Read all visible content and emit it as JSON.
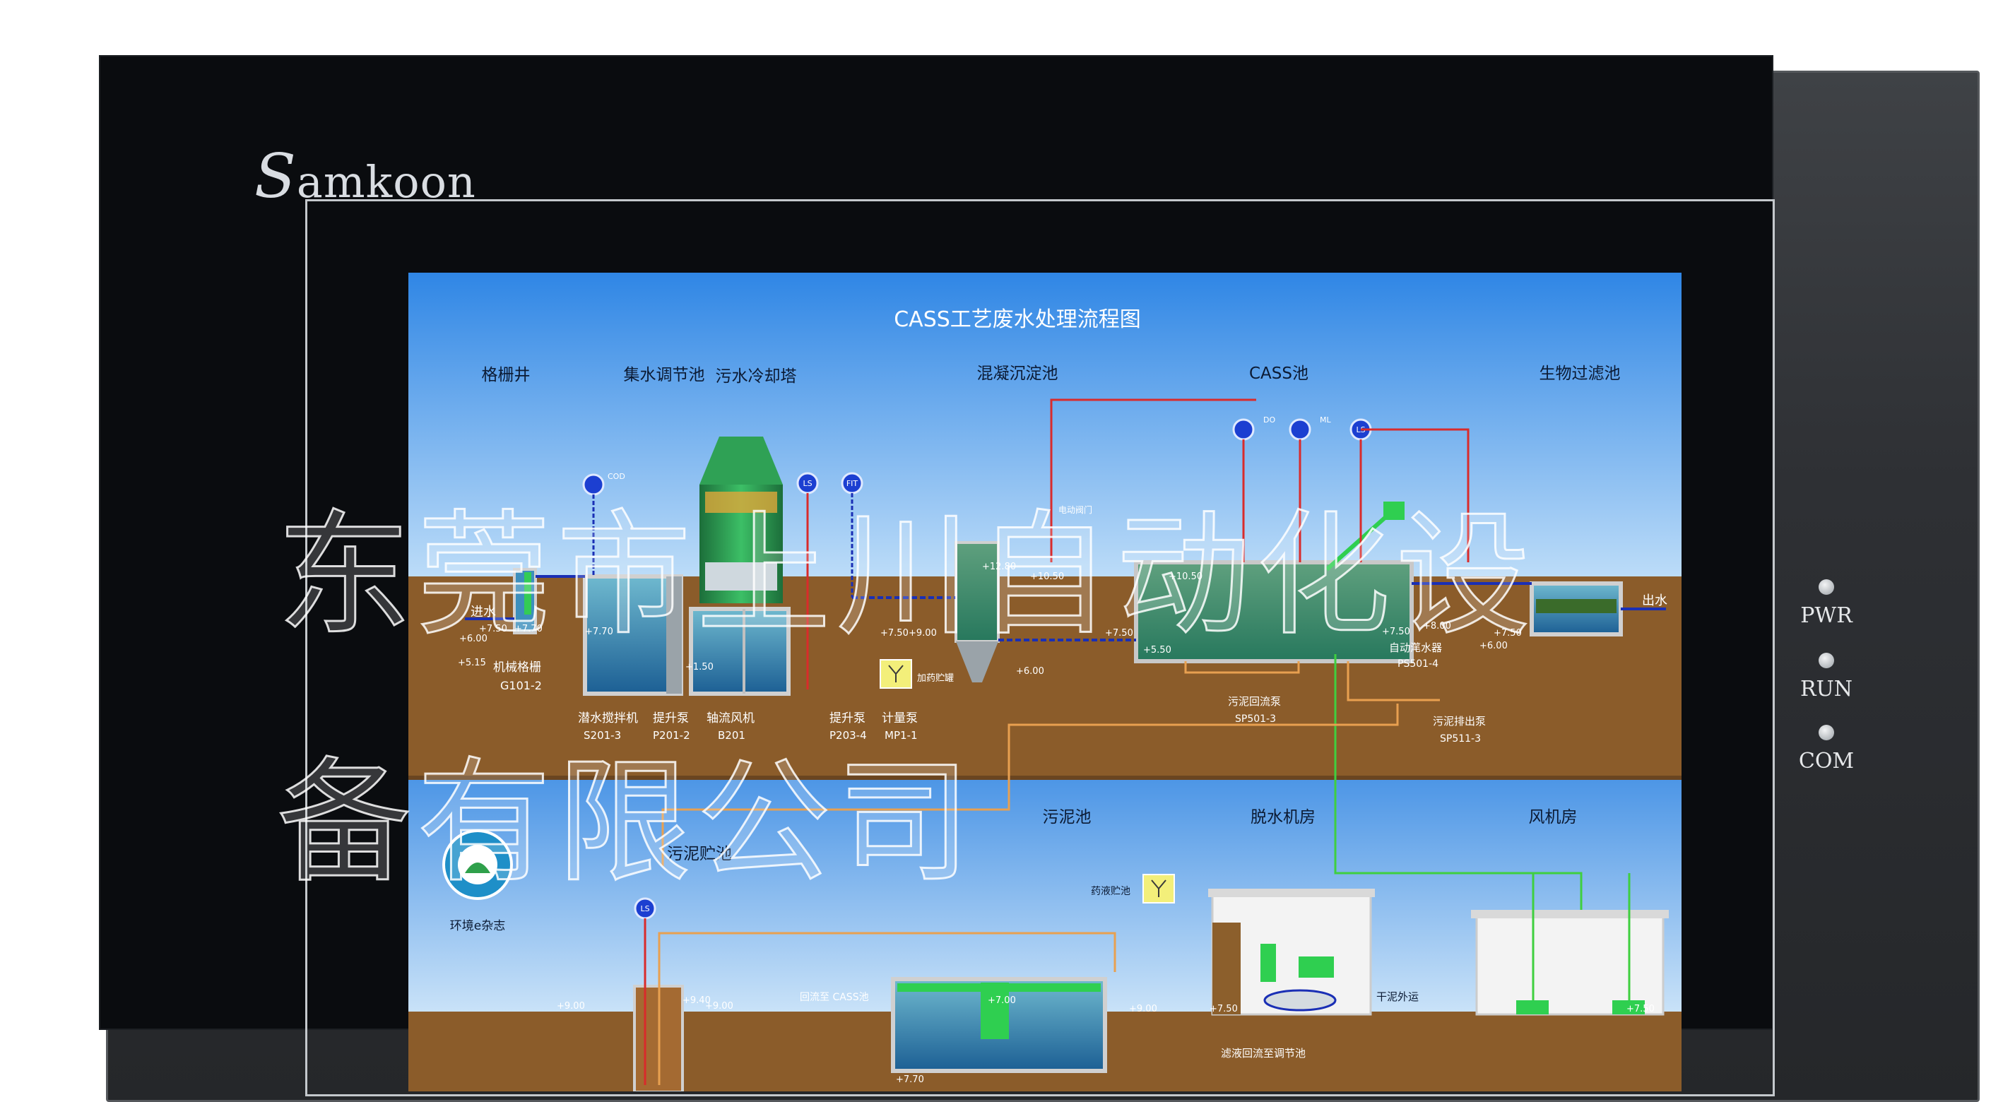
{
  "device": {
    "brand_initial": "S",
    "brand_rest": "amkoon",
    "leds": [
      {
        "label": "PWR"
      },
      {
        "label": "RUN"
      },
      {
        "label": "COM"
      }
    ]
  },
  "screen": {
    "title": "CASS工艺废水处理流程图",
    "sections_top": [
      "格栅井",
      "集水调节池",
      "污水冷却塔",
      "混凝沉淀池",
      "CASS池",
      "生物过滤池"
    ],
    "sections_bottom": [
      "污泥池",
      "脱水机房",
      "风机房",
      "污泥贮池"
    ],
    "equipment": {
      "grille": [
        "机械格栅",
        "G101-2"
      ],
      "inlet": "进水",
      "outlet": "出水",
      "mixer": [
        "潜水搅拌机",
        "S201-3"
      ],
      "lift_pump_1": [
        "提升泵",
        "P201-2"
      ],
      "fan": [
        "轴流风机",
        "B201"
      ],
      "lift_pump_2": [
        "提升泵",
        "P203-4"
      ],
      "meter_pump": [
        "计量泵",
        "MP1-1"
      ],
      "dosing_tank": "加药贮罐",
      "return_pump": [
        "污泥回流泵",
        "SP501-3"
      ],
      "decanter": [
        "自动滗水器",
        "PS501-4"
      ],
      "sludge_discharge_pump": [
        "污泥排出泵",
        "SP511-3"
      ],
      "electric_valve": "电动阀门",
      "chem_tank": "药液贮池",
      "dry_sludge": "干泥外运",
      "filtrate_return": "滤液回流至调节池",
      "return_cass": "回流至 CASS池",
      "logo_caption": "环境e杂志"
    },
    "instruments": [
      "COD",
      "LS",
      "FIT",
      "DO",
      "ML",
      "LS",
      "LS"
    ],
    "elevations": [
      "+7.50",
      "+7.70",
      "+6.00",
      "+5.15",
      "+7.70",
      "+1.50",
      "+7.50",
      "+9.00",
      "+12.80",
      "+10.50",
      "+6.00",
      "+7.50",
      "+5.50",
      "+10.50",
      "+7.50",
      "+8.00",
      "+7.50",
      "+6.00",
      "+9.00",
      "+9.40",
      "+9.00",
      "+7.00",
      "+9.00",
      "+7.50",
      "+7.50",
      "+7.70"
    ]
  },
  "watermark": {
    "line1": "东莞市上川自动化设",
    "line2": "备有限公司"
  },
  "colors": {
    "sky": "#6fa9e6",
    "ground": "#8c5f2c",
    "water": "#2e7fb0",
    "pipe_red": "#d92b2b",
    "pipe_green": "#3fcf3f",
    "pipe_blue": "#1a2fb5"
  }
}
